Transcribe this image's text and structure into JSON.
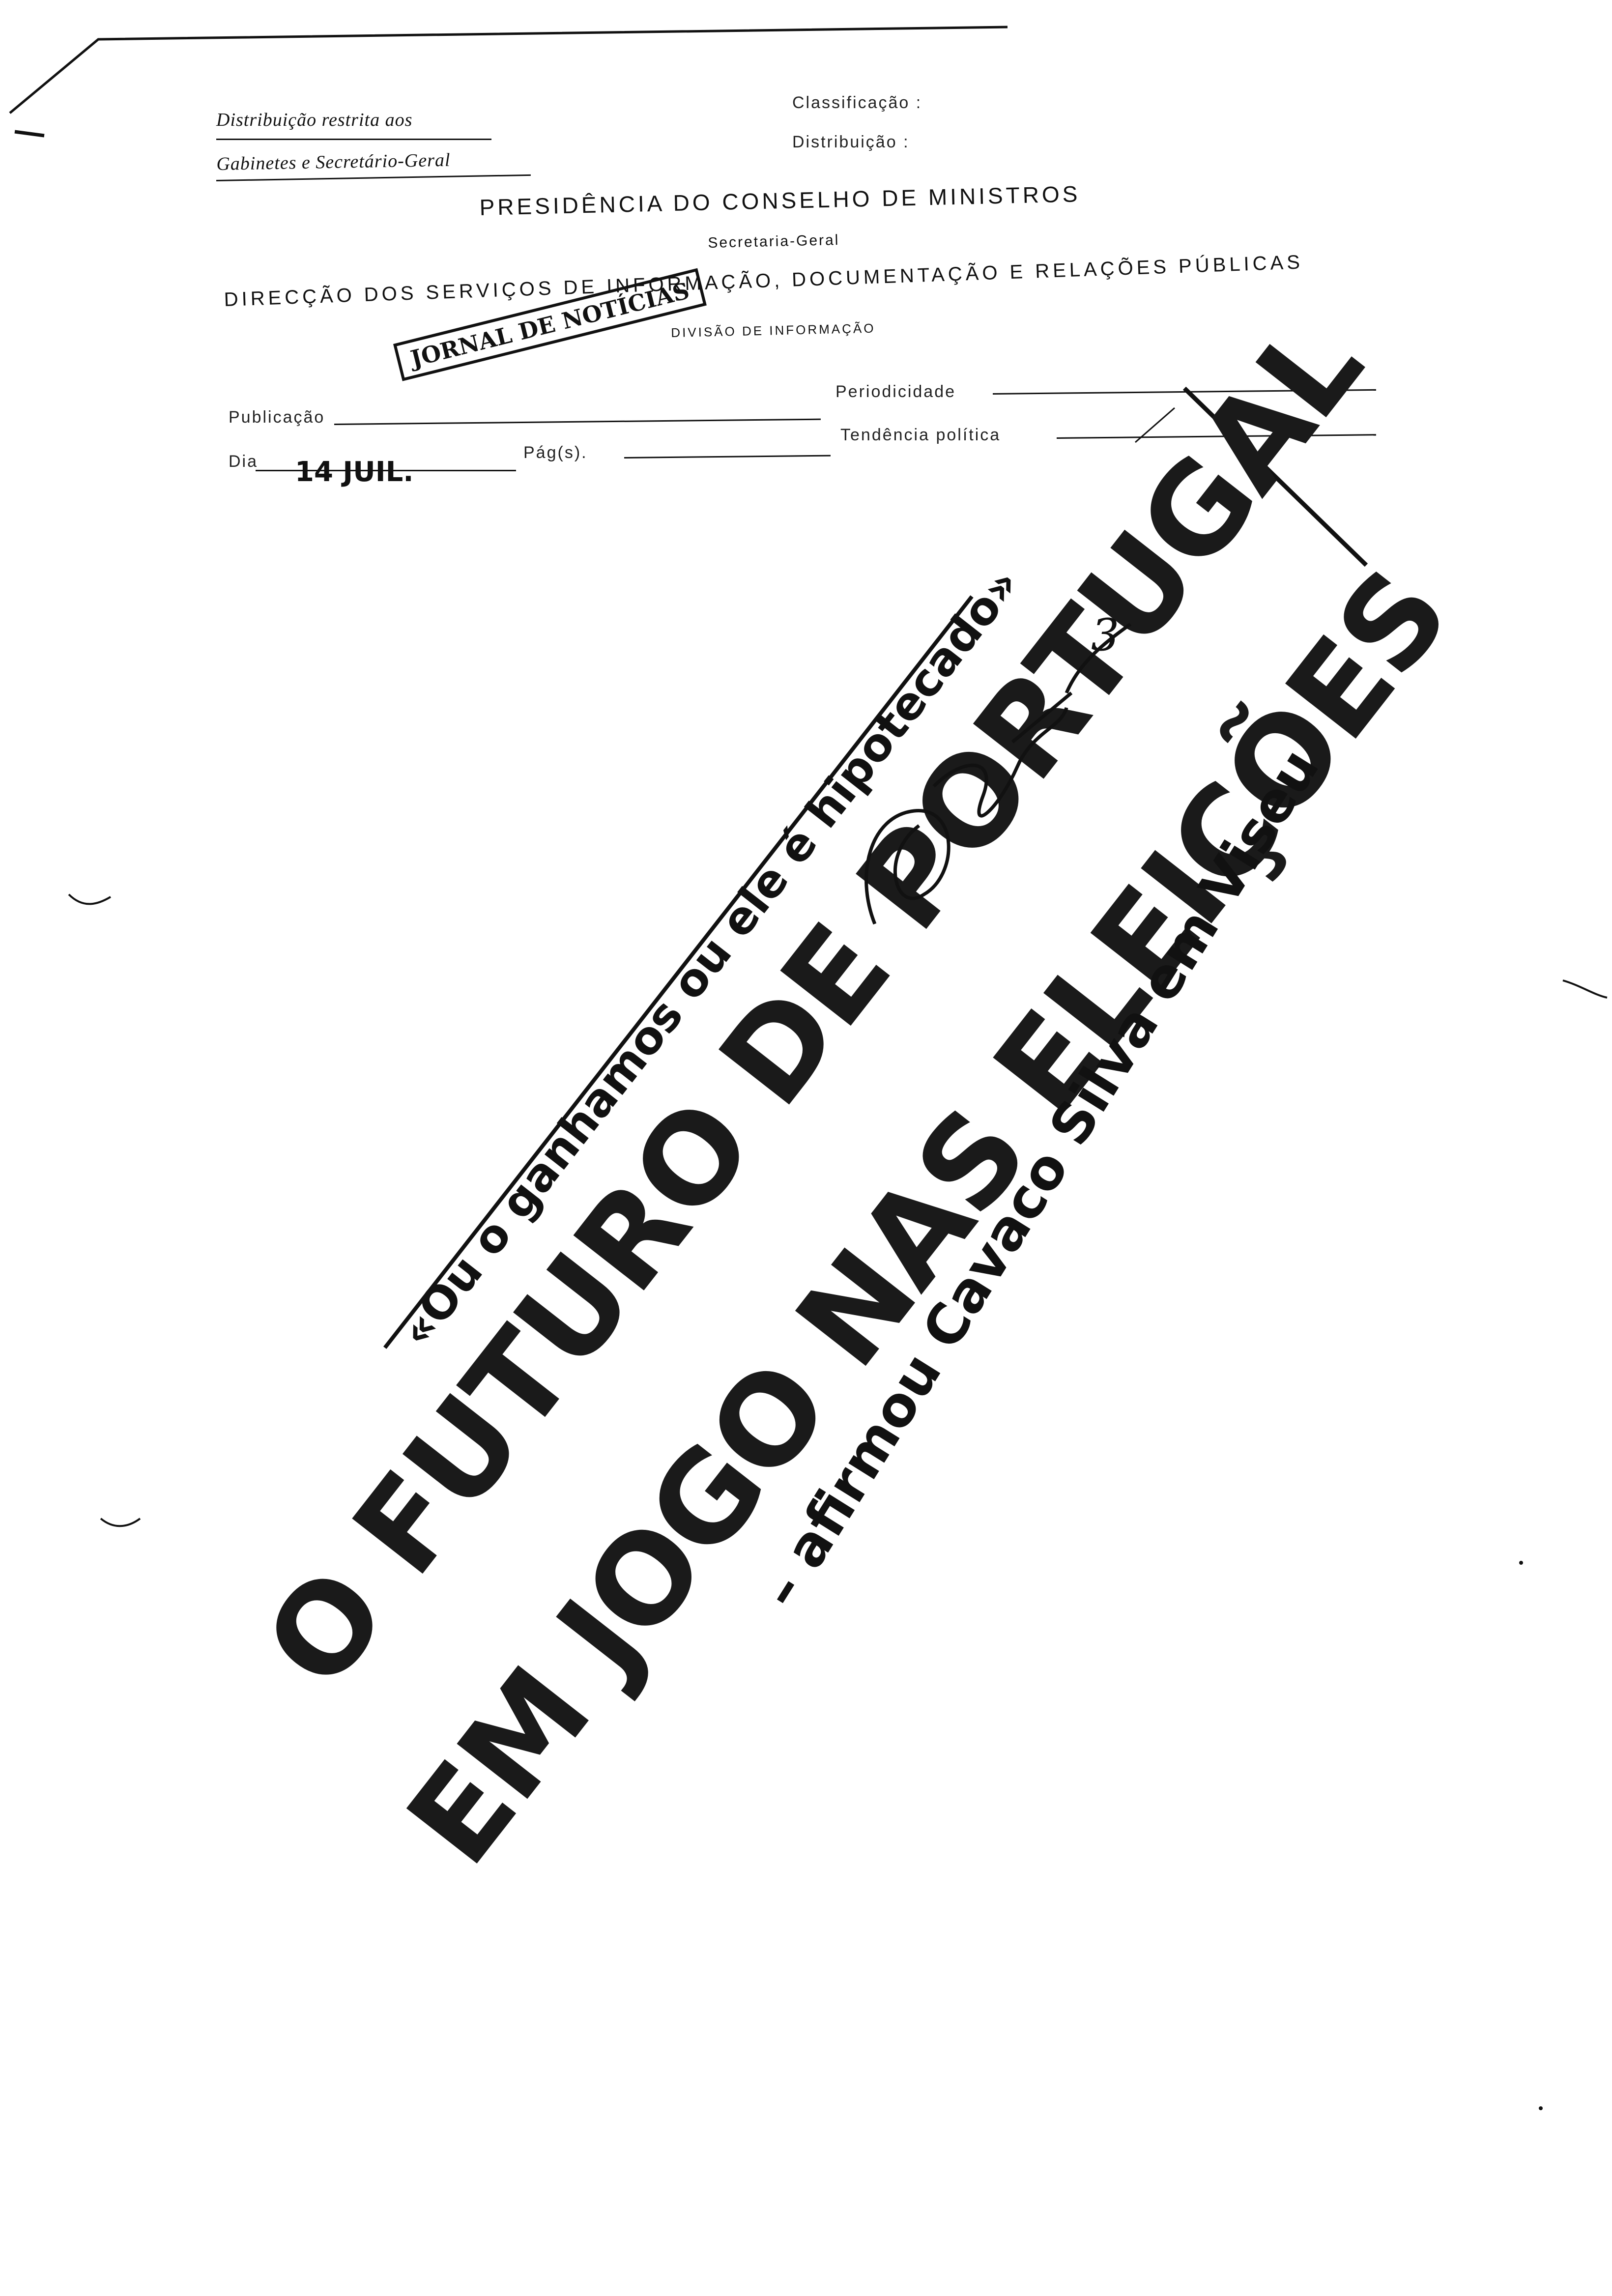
{
  "distribution_note": {
    "line1": "Distribuição restrita aos",
    "line2": "Gabinetes e Secretário-Geral"
  },
  "classification": {
    "classificacao_label": "Classificação :",
    "distribuicao_label": "Distribuição :"
  },
  "header": {
    "presidencia": "PRESIDÊNCIA DO CONSELHO DE MINISTROS",
    "secretaria": "Secretaria-Geral",
    "direccao": "DIRECÇÃO DOS SERVIÇOS DE INFORMAÇÃO, DOCUMENTAÇÃO E RELAÇÕES PÚBLICAS",
    "divisao": "DIVISÃO DE INFORMAÇÃO"
  },
  "stamp": {
    "text": "JORNAL DE NOTÍCIAS"
  },
  "form": {
    "publicacao_label": "Publicação",
    "periodicidade_label": "Periodicidade",
    "dia_label": "Dia",
    "dia_value": "14 JUIL.",
    "pags_label": "Pág(s).",
    "tendencia_label": "Tendência política"
  },
  "clipping": {
    "quote": "«Ou o ganhamos  ou ele é hipotecado»",
    "headline_line1": "O FUTURO DE PORTUGAL",
    "headline_line2": "EM JOGO NAS ELEIÇÕES",
    "attribution": "– afirmou Cavaco Silva em Viseu"
  },
  "handwritten": {
    "annotation": "3"
  }
}
